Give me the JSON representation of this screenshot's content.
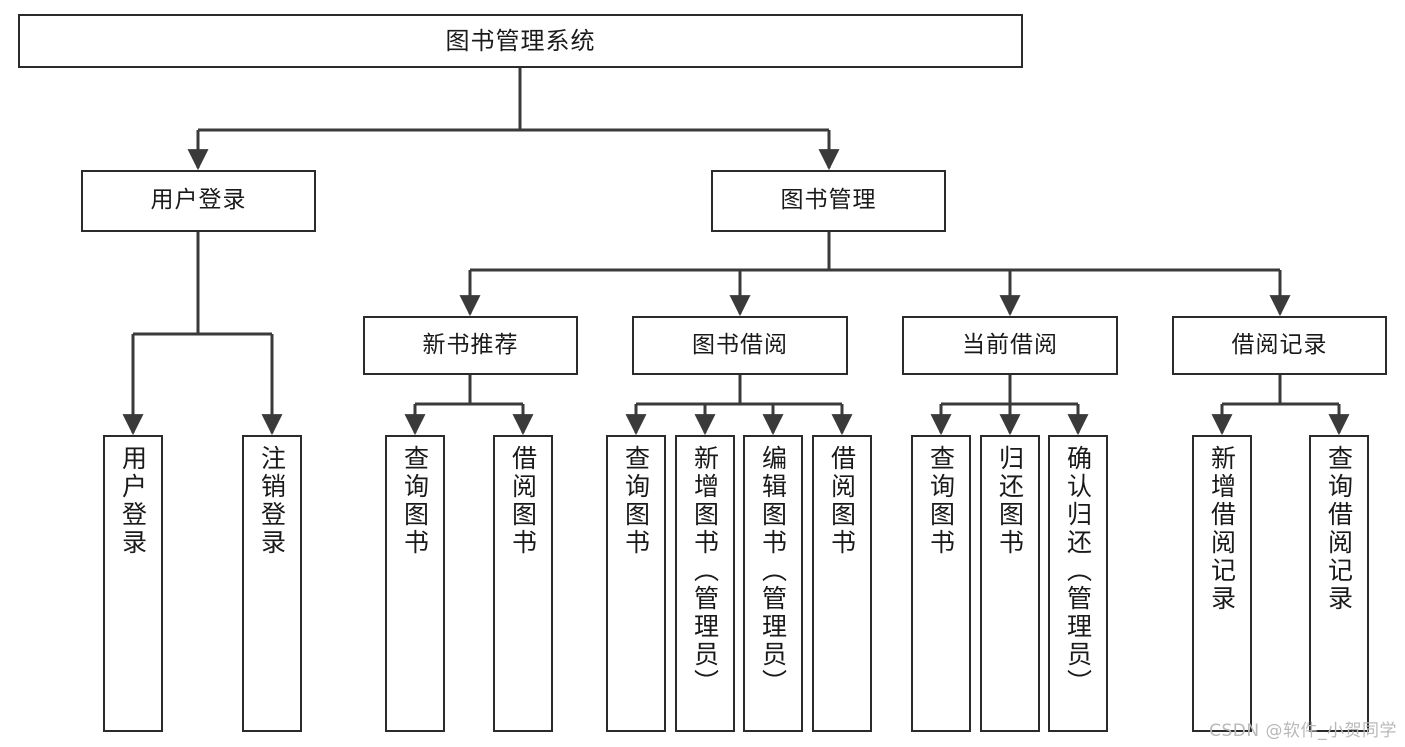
{
  "diagram": {
    "type": "tree",
    "title": "图书管理系统",
    "watermark": "CSDN @软件_小贺同学",
    "colors": {
      "box_border": "#2b2b2b",
      "box_fill": "#ffffff",
      "connector": "#3a3a3a",
      "text": "#1a1a1a",
      "watermark": "#b9b9b9",
      "background": "#ffffff"
    },
    "nodes": {
      "root": {
        "label": "图书管理系统"
      },
      "level1": [
        {
          "id": "user-login",
          "label": "用户登录"
        },
        {
          "id": "book-manage",
          "label": "图书管理"
        }
      ],
      "level2": [
        {
          "id": "new-book-recommend",
          "label": "新书推荐"
        },
        {
          "id": "book-borrow",
          "label": "图书借阅"
        },
        {
          "id": "current-borrow",
          "label": "当前借阅"
        },
        {
          "id": "borrow-record",
          "label": "借阅记录"
        }
      ],
      "leaves": {
        "user-login": [
          {
            "id": "leaf-user-login",
            "label": "用户登录"
          },
          {
            "id": "leaf-logout",
            "label": "注销登录"
          }
        ],
        "new-book-recommend": [
          {
            "id": "leaf-query-book-1",
            "label": "查询图书"
          },
          {
            "id": "leaf-borrow-book-1",
            "label": "借阅图书"
          }
        ],
        "book-borrow": [
          {
            "id": "leaf-query-book-2",
            "label": "查询图书"
          },
          {
            "id": "leaf-add-book",
            "label": "新增图书（管理员）"
          },
          {
            "id": "leaf-edit-book",
            "label": "编辑图书（管理员）"
          },
          {
            "id": "leaf-borrow-book-2",
            "label": "借阅图书"
          }
        ],
        "current-borrow": [
          {
            "id": "leaf-query-book-3",
            "label": "查询图书"
          },
          {
            "id": "leaf-return-book",
            "label": "归还图书"
          },
          {
            "id": "leaf-confirm-return",
            "label": "确认归还（管理员）"
          }
        ],
        "borrow-record": [
          {
            "id": "leaf-add-record",
            "label": "新增借阅记录"
          },
          {
            "id": "leaf-query-record",
            "label": "查询借阅记录"
          }
        ]
      }
    }
  }
}
